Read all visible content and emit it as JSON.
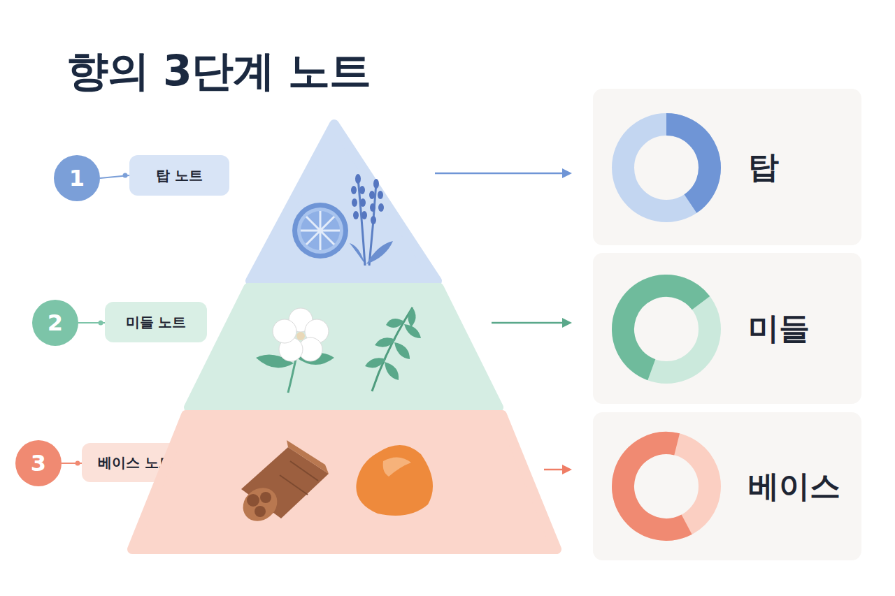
{
  "diagram": {
    "title": "향의 3단계 노트",
    "nodes": [
      {
        "text": [
          "1"
        ]
      },
      {
        "text": [
          "탑 노트"
        ]
      },
      {
        "text": [
          "탑"
        ]
      },
      {
        "text": [
          "2"
        ]
      },
      {
        "text": [
          "미들 노트"
        ]
      },
      {
        "text": [
          "미들"
        ]
      },
      {
        "text": [
          "3"
        ]
      },
      {
        "text": [
          "베이스 노트"
        ]
      },
      {
        "text": [
          "베이스"
        ]
      }
    ],
    "edges": [
      {
        "from": 0,
        "to": 1,
        "arrow": "none"
      },
      {
        "from": 3,
        "to": 4,
        "arrow": "none"
      },
      {
        "from": 6,
        "to": 7,
        "arrow": "none"
      }
    ]
  }
}
